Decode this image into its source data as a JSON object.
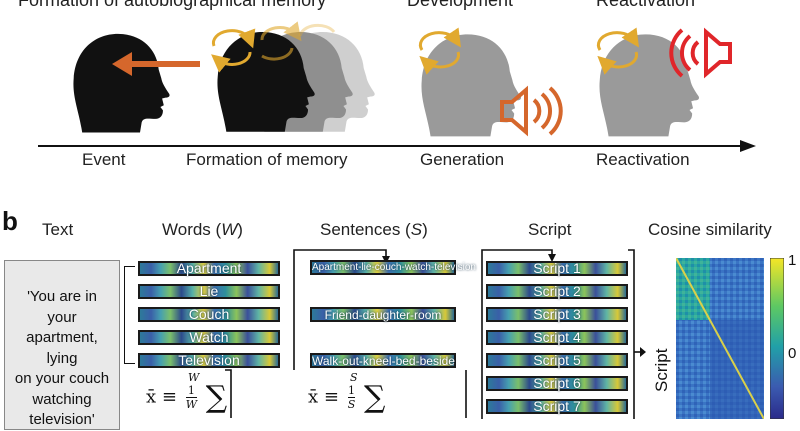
{
  "panel_a": {
    "headers": [
      "Formation of autobiographical memory",
      "Development",
      "Reactivation"
    ],
    "timeline_labels": [
      "Event",
      "Formation of memory",
      "Generation",
      "Reactivation"
    ]
  },
  "panel_b": {
    "label": "b",
    "columns": {
      "text": "Text",
      "words": "Words (",
      "words_var": "W",
      "sentences": "Sentences (",
      "sentences_var": "S",
      "script": "Script",
      "cosine": "Cosine similarity"
    },
    "close_paren": ")",
    "text_box_lines": [
      "'You are in",
      "your",
      "apartment,",
      "lying",
      "on your couch",
      "watching",
      "television'"
    ],
    "words": [
      "Apartment",
      "Lie",
      "Couch",
      "Watch",
      "Television"
    ],
    "sentences": [
      "Apartment-lie-couch-watch-television",
      "Friend-daughter-room",
      "Walk-out-kneel-bed-beside"
    ],
    "scripts": [
      "Script 1",
      "Script 2",
      "Script 3",
      "Script 4",
      "Script 5",
      "Script 6",
      "Script 7"
    ],
    "formula_words": {
      "lhs": "x̄ ≡",
      "num": "1",
      "den": "W",
      "sum": "∑",
      "upper": "W"
    },
    "formula_sentences": {
      "lhs": "x̄ ≡",
      "num": "1",
      "den": "S",
      "sum": "∑",
      "upper": "S"
    },
    "heatmap": {
      "axis_label": "Script",
      "colorbar_ticks": [
        "1",
        "0"
      ]
    }
  },
  "colors": {
    "arrow_orange": "#d5672c",
    "rotation_gold": "#e1a92f",
    "speaker_red": "#e0262a",
    "speaker_orange": "#d5672c",
    "head_black": "#111111",
    "head_gray": "#9a9a9a"
  }
}
